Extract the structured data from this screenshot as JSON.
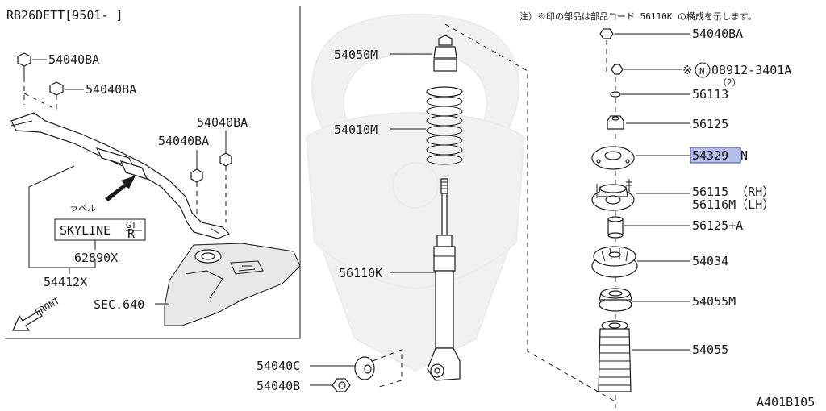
{
  "engine_code": "RB26DETT[9501-    ]",
  "note": "注）※印の部品は部品コード 56110K の構成を示します。",
  "label_tag": "ラベル",
  "badge_main": "SKYLINE",
  "badge_sup": "GT",
  "badge_sub": "R",
  "front_label": "FRONT",
  "figure_id": "A401B105",
  "highlight_color": "#b4bde8",
  "parts": {
    "p54040ba_1": "54040BA",
    "p54040ba_2": "54040BA",
    "p54040ba_3": "54040BA",
    "p54040ba_4": "54040BA",
    "p54040ba_5": "54040BA",
    "p62890x": "62890X",
    "p54412x": "54412X",
    "sec640": "SEC.640",
    "p54050m": "54050M",
    "p54010m": "54010M",
    "p56110k": "56110K",
    "p54040c": "54040C",
    "p54040b": "54040B",
    "p08912_mark": "※",
    "p08912_circle": "N",
    "p08912": "08912-3401A",
    "p08912_qty": "（2）",
    "p56113": "56113",
    "p56125": "56125",
    "p54329": "54329",
    "p54329_suffix": "N",
    "p56115": "56115 （RH）",
    "p56116m": "56116M（LH）",
    "p56125a": "56125+A",
    "p54034": "54034",
    "p54055m": "54055M",
    "p54055": "54055"
  }
}
